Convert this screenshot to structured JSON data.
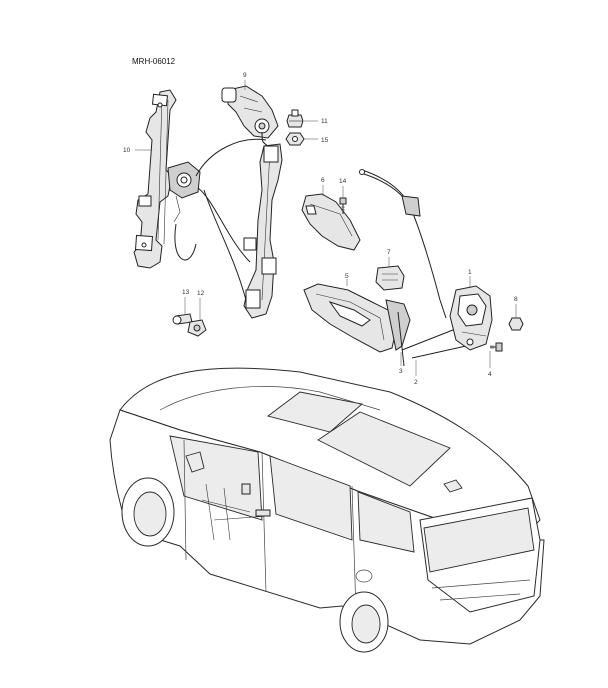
{
  "diagram": {
    "code": "MRH-06012",
    "callouts": {
      "c1": "1",
      "c2": "2",
      "c3": "3",
      "c4": "4",
      "c5": "5",
      "c6": "6",
      "c7": "7",
      "c8": "8",
      "c9": "9",
      "c10": "10",
      "c11": "11",
      "c12": "12",
      "c13": "13",
      "c14": "14",
      "c15": "15"
    }
  }
}
